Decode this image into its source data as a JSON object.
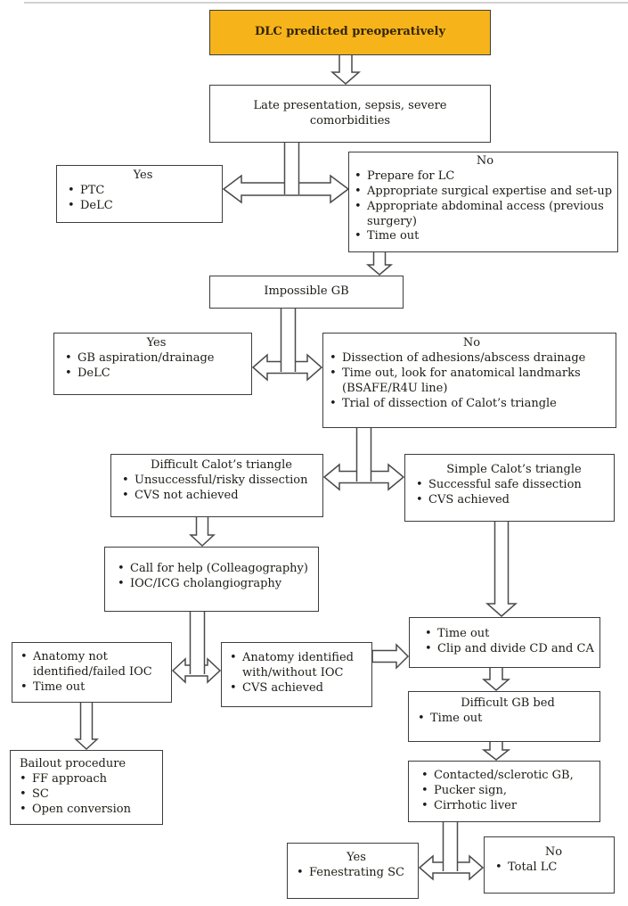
{
  "colors": {
    "highlight": "#F7B41A",
    "box_border": "#3D3D3D",
    "text": "#1D1B16",
    "connector": "#4A4A4A",
    "background": "#FFFFFF"
  },
  "nodes": {
    "start": {
      "title": "DLC predicted preoperatively"
    },
    "late": {
      "title": "Late presentation, sepsis, severe comorbidities"
    },
    "yes1": {
      "title": "Yes",
      "bullets": [
        "PTC",
        "DeLC"
      ]
    },
    "no1": {
      "title": "No",
      "bullets": [
        "Prepare for LC",
        "Appropriate surgical expertise and set-up",
        "Appropriate abdominal access (previous surgery)",
        "Time out"
      ]
    },
    "impossible": {
      "title": "Impossible GB"
    },
    "yes2": {
      "title": "Yes",
      "bullets": [
        "GB aspiration/drainage",
        "DeLC"
      ]
    },
    "no2": {
      "title": "No",
      "bullets": [
        "Dissection of adhesions/abscess drainage",
        "Time out, look for anatomical landmarks (BSAFE/R4U line)",
        "Trial of dissection of Calot’s triangle"
      ]
    },
    "difficult_calot": {
      "title": "Difficult Calot’s triangle",
      "bullets": [
        "Unsuccessful/risky dissection",
        "CVS not achieved"
      ]
    },
    "simple_calot": {
      "title": "Simple Calot’s triangle",
      "bullets": [
        "Successful safe dissection",
        "CVS achieved"
      ]
    },
    "call_help": {
      "bullets": [
        "Call for help (Colleagography)",
        "IOC/ICG cholangiography"
      ]
    },
    "anatomy_not": {
      "bullets": [
        "Anatomy not identified/failed IOC",
        "Time out"
      ]
    },
    "anatomy_yes": {
      "bullets": [
        "Anatomy identified with/without IOC",
        "CVS achieved"
      ]
    },
    "timeout_clip": {
      "bullets": [
        "Time out",
        "Clip and divide CD and CA"
      ]
    },
    "gb_bed": {
      "title": "Difficult GB bed",
      "bullets": [
        "Time out"
      ]
    },
    "contracted": {
      "bullets": [
        "Contacted/sclerotic GB,",
        "Pucker sign,",
        "Cirrhotic liver"
      ]
    },
    "bailout": {
      "title": "Bailout procedure",
      "bullets": [
        "FF approach",
        "SC",
        "Open conversion"
      ]
    },
    "yes3": {
      "title": "Yes",
      "bullets": [
        "Fenestrating SC"
      ]
    },
    "no3": {
      "title": "No",
      "bullets": [
        "Total LC"
      ]
    }
  }
}
